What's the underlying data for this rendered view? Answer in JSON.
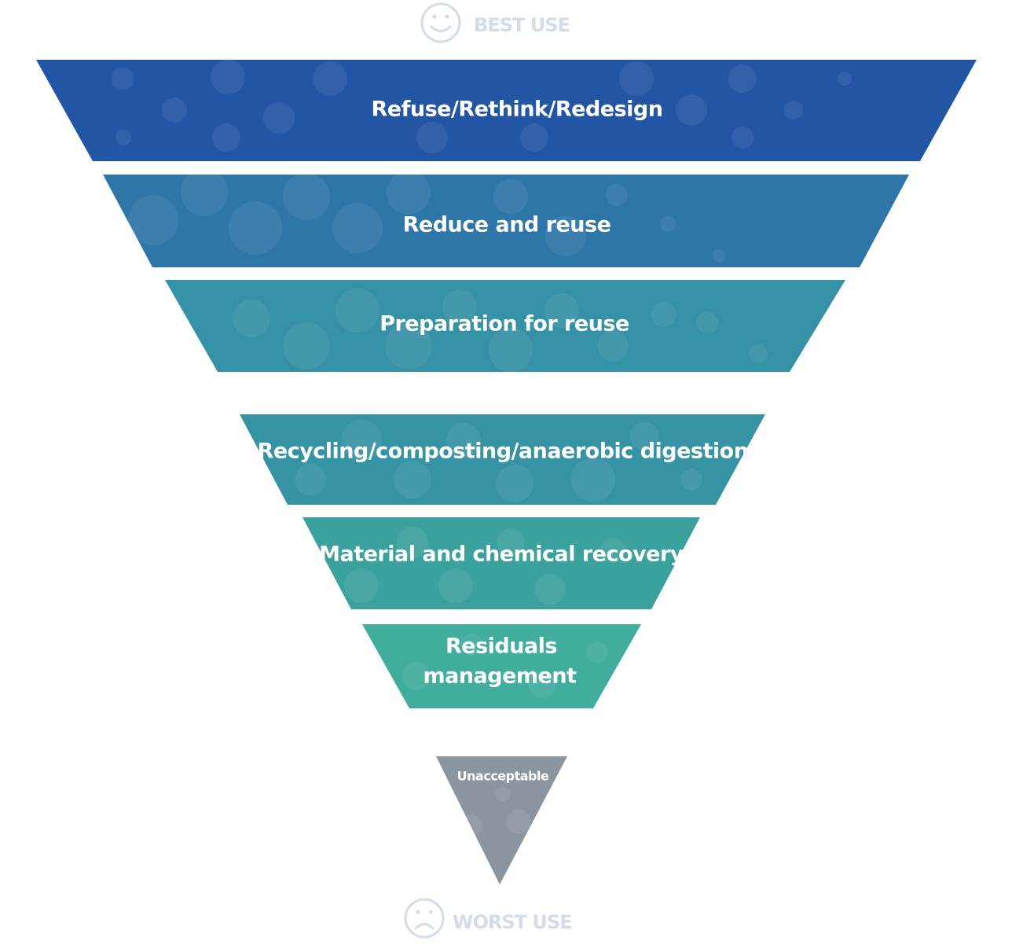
{
  "top_marker": {
    "icon": "smiley-face-icon",
    "label": "BEST USE"
  },
  "bottom_marker": {
    "icon": "sad-face-icon",
    "label": "WORST USE"
  },
  "tiers": [
    {
      "lines": [
        "Refuse/Rethink/Redesign"
      ],
      "color": "#2256a4"
    },
    {
      "lines": [
        "Reduce and reuse"
      ],
      "color": "#2e76a8"
    },
    {
      "lines": [
        "Preparation for reuse"
      ],
      "color": "#3591a5"
    },
    {
      "lines": [
        "Recycling/composting/anaerobic digestion"
      ],
      "color": "#3693a4"
    },
    {
      "lines": [
        "Material and chemical recovery"
      ],
      "color": "#3ba19c"
    },
    {
      "lines": [
        "Residuals",
        "management"
      ],
      "color": "#40ad9d"
    }
  ],
  "bottom_tier": {
    "label": "Unacceptable",
    "color": "#8b959e"
  },
  "colors": {
    "face_color": "#d2dde8"
  }
}
